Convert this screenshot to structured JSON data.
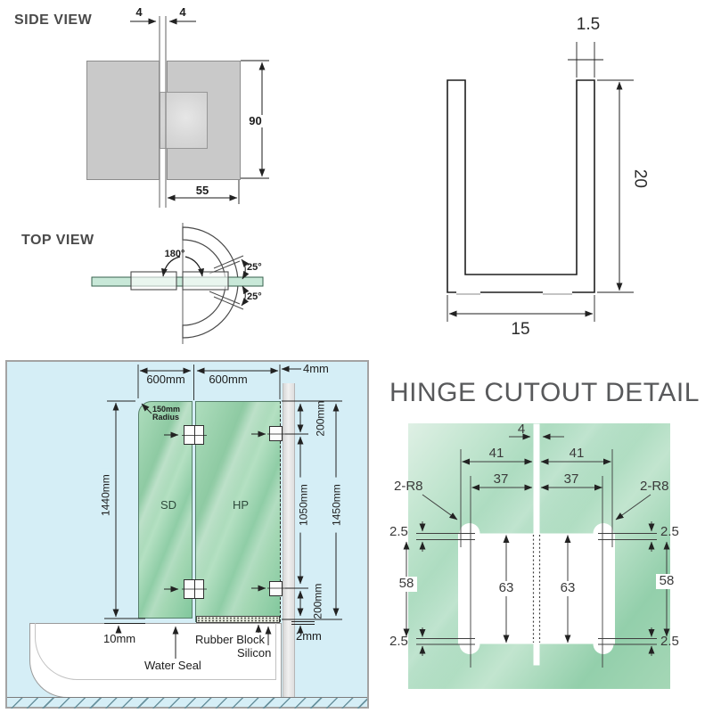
{
  "side_view": {
    "title": "SIDE VIEW",
    "gap_left": "4",
    "gap_right": "4",
    "height": "90",
    "width": "55"
  },
  "u_channel": {
    "thickness": "1.5",
    "depth": "20",
    "width": "15"
  },
  "top_view": {
    "title": "TOP VIEW",
    "swing_angle": "180°",
    "angle_top": "25°",
    "angle_bottom": "25°"
  },
  "screen": {
    "width_left": "600mm",
    "width_right": "600mm",
    "wall_gap": "4mm",
    "radius_value": "150mm",
    "radius_word": "Radius",
    "panel_left": "SD",
    "panel_right": "HP",
    "panel_height": "1440mm",
    "top_offset": "200mm",
    "hinge_span": "1050mm",
    "bottom_offset": "200mm",
    "total_height": "1450mm",
    "floor_gap": "10mm",
    "seal_gap": "2mm",
    "rubber_block": "Rubber Block",
    "silicon": "Silicon",
    "water_seal": "Water Seal"
  },
  "hinge_detail": {
    "title": "HINGE CUTOUT DETAIL",
    "slot_width": "4",
    "dim_41_left": "41",
    "dim_41_right": "41",
    "dim_37_left": "37",
    "dim_37_right": "37",
    "radius_left": "2-R8",
    "radius_right": "2-R8",
    "offset_tl": "2.5",
    "offset_tr": "2.5",
    "offset_bl": "2.5",
    "offset_br": "2.5",
    "outer_height_left": "58",
    "outer_height_right": "58",
    "inner_height_left": "63",
    "inner_height_right": "63"
  }
}
